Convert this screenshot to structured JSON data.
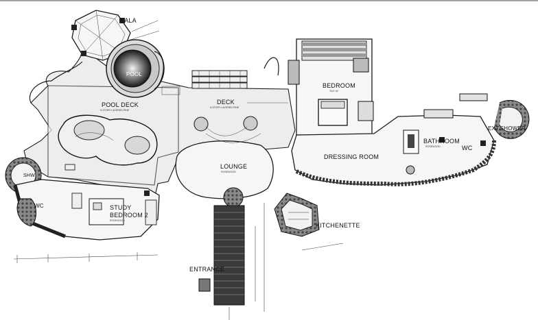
{
  "labels": {
    "sala": "SALA",
    "pool": "POOL",
    "pool_deck": "POOL DECK",
    "pool_deck_sub": "5-STORY LAYERED PINE",
    "deck": "DECK",
    "deck_sub": "5-STORY LAYERED PINE",
    "bedroom": "BEDROOM",
    "bedroom_sub": "TILE 40",
    "dressing_room": "DRESSING ROOM",
    "bathroom": "BATHROOM",
    "bathroom_sub": "ROSEWOOD",
    "ext_shower": "EXT.SHOWER",
    "wc_right": "WC",
    "lounge": "LOUNGE",
    "lounge_sub": "ROSEWOOD",
    "kitchenette": "KITCHENETTE",
    "entrance": "ENTRANCE",
    "study": "STUDY",
    "bedroom2": "BEDROOM 2",
    "bedroom2_sub": "ROSEWOOD",
    "shw": "SHW",
    "wc_left": "WC"
  }
}
